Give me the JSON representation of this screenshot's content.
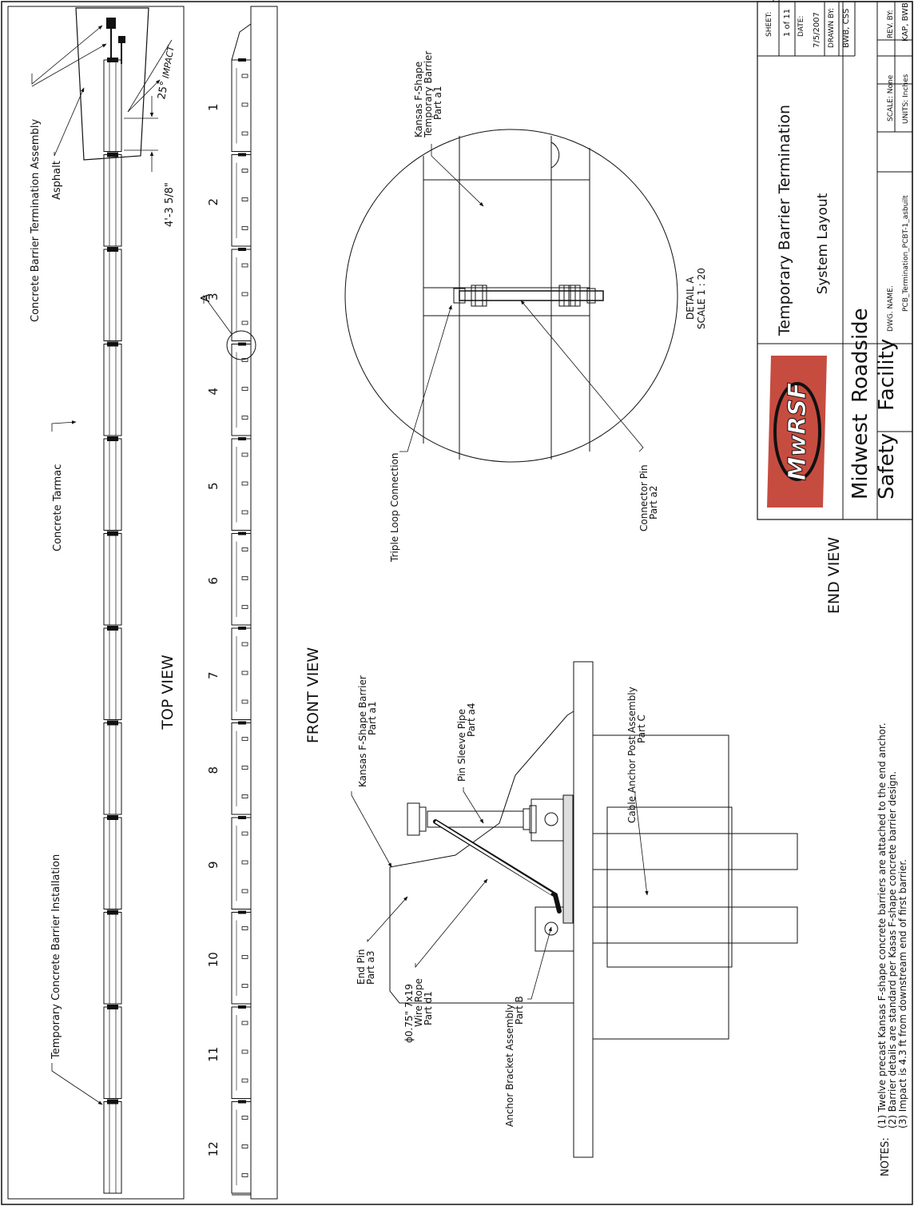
{
  "top_view": {
    "title": "TOP VIEW",
    "label_barrier_installation": "Temporary Concrete Barrier Installation",
    "label_tarmac": "Concrete Tarmac",
    "label_asphalt": "Asphalt",
    "label_termination_assembly": "Concrete Barrier Termination Assembly",
    "dimension": "4'-3 5/8\"",
    "impact_angle": "25°",
    "impact_label": "IMPACT"
  },
  "side_view": {
    "barrier_numbers": [
      "1",
      "2",
      "3",
      "4",
      "5",
      "6",
      "7",
      "8",
      "9",
      "10",
      "11",
      "12"
    ],
    "detail_marker": "A"
  },
  "front_view": {
    "title": "FRONT VIEW",
    "kansas_barrier": "Kansas F-Shape Barrier",
    "kansas_barrier_part": "Part a1",
    "pin_sleeve": "Pin Sleeve Pipe",
    "pin_sleeve_part": "Part a4",
    "cable_anchor": "Cable Anchor Post Assembly",
    "cable_anchor_part": "Part C",
    "end_pin": "End Pin",
    "end_pin_part": "Part a3",
    "wire_rope": "ϕ0.75\" 7x19",
    "wire_rope_2": "Wire Rope",
    "wire_rope_part": "Part d1",
    "anchor_bracket": "Anchor Bracket Assembly",
    "anchor_bracket_part": "Part B"
  },
  "detail_a": {
    "kansas_1": "Kansas F-Shape",
    "kansas_2": "Temporary Barrier",
    "kansas_3": "Part a1",
    "triple_loop": "Triple Loop Connection",
    "connector_pin": "Connector Pin",
    "connector_pin_part": "Part a2",
    "title": "DETAIL A",
    "scale": "SCALE 1 : 20"
  },
  "end_view": {
    "title": "END VIEW"
  },
  "title_block": {
    "title": "Temporary Barrier Termination",
    "subtitle": "System Layout",
    "org_1a": "Midwest",
    "org_1b": "Roadside",
    "org_2a": "Safety",
    "org_2b": "Facility",
    "logo_text": "MwRSF",
    "sheet_label": "SHEET:",
    "sheet_value": "1 of 11",
    "date_label": "DATE:",
    "date_value": "7/5/2007",
    "drawn_label": "DRAWN BY:",
    "drawn_value": "BWB, CSS",
    "dwg_label": "DWG. NAME.",
    "dwg_value": "PCB_Termination_PCBT-1_asbuilt",
    "scale_text": "SCALE: None",
    "units_text": "UNITS: Inches",
    "rev_label": "REV. BY:",
    "rev_value": "KAP, BWB",
    "logo_color": "#c0392b"
  },
  "notes": {
    "label": "NOTES:",
    "items": [
      "(1)  Twelve precast Kansas F-shape concrete barriers are attached to the end anchor.",
      "(2)  Barrier details are standard per Kasas F-shape concrete barrier design.",
      "(3)  Impact is 4.3 ft from downstream end of first barrier."
    ]
  }
}
